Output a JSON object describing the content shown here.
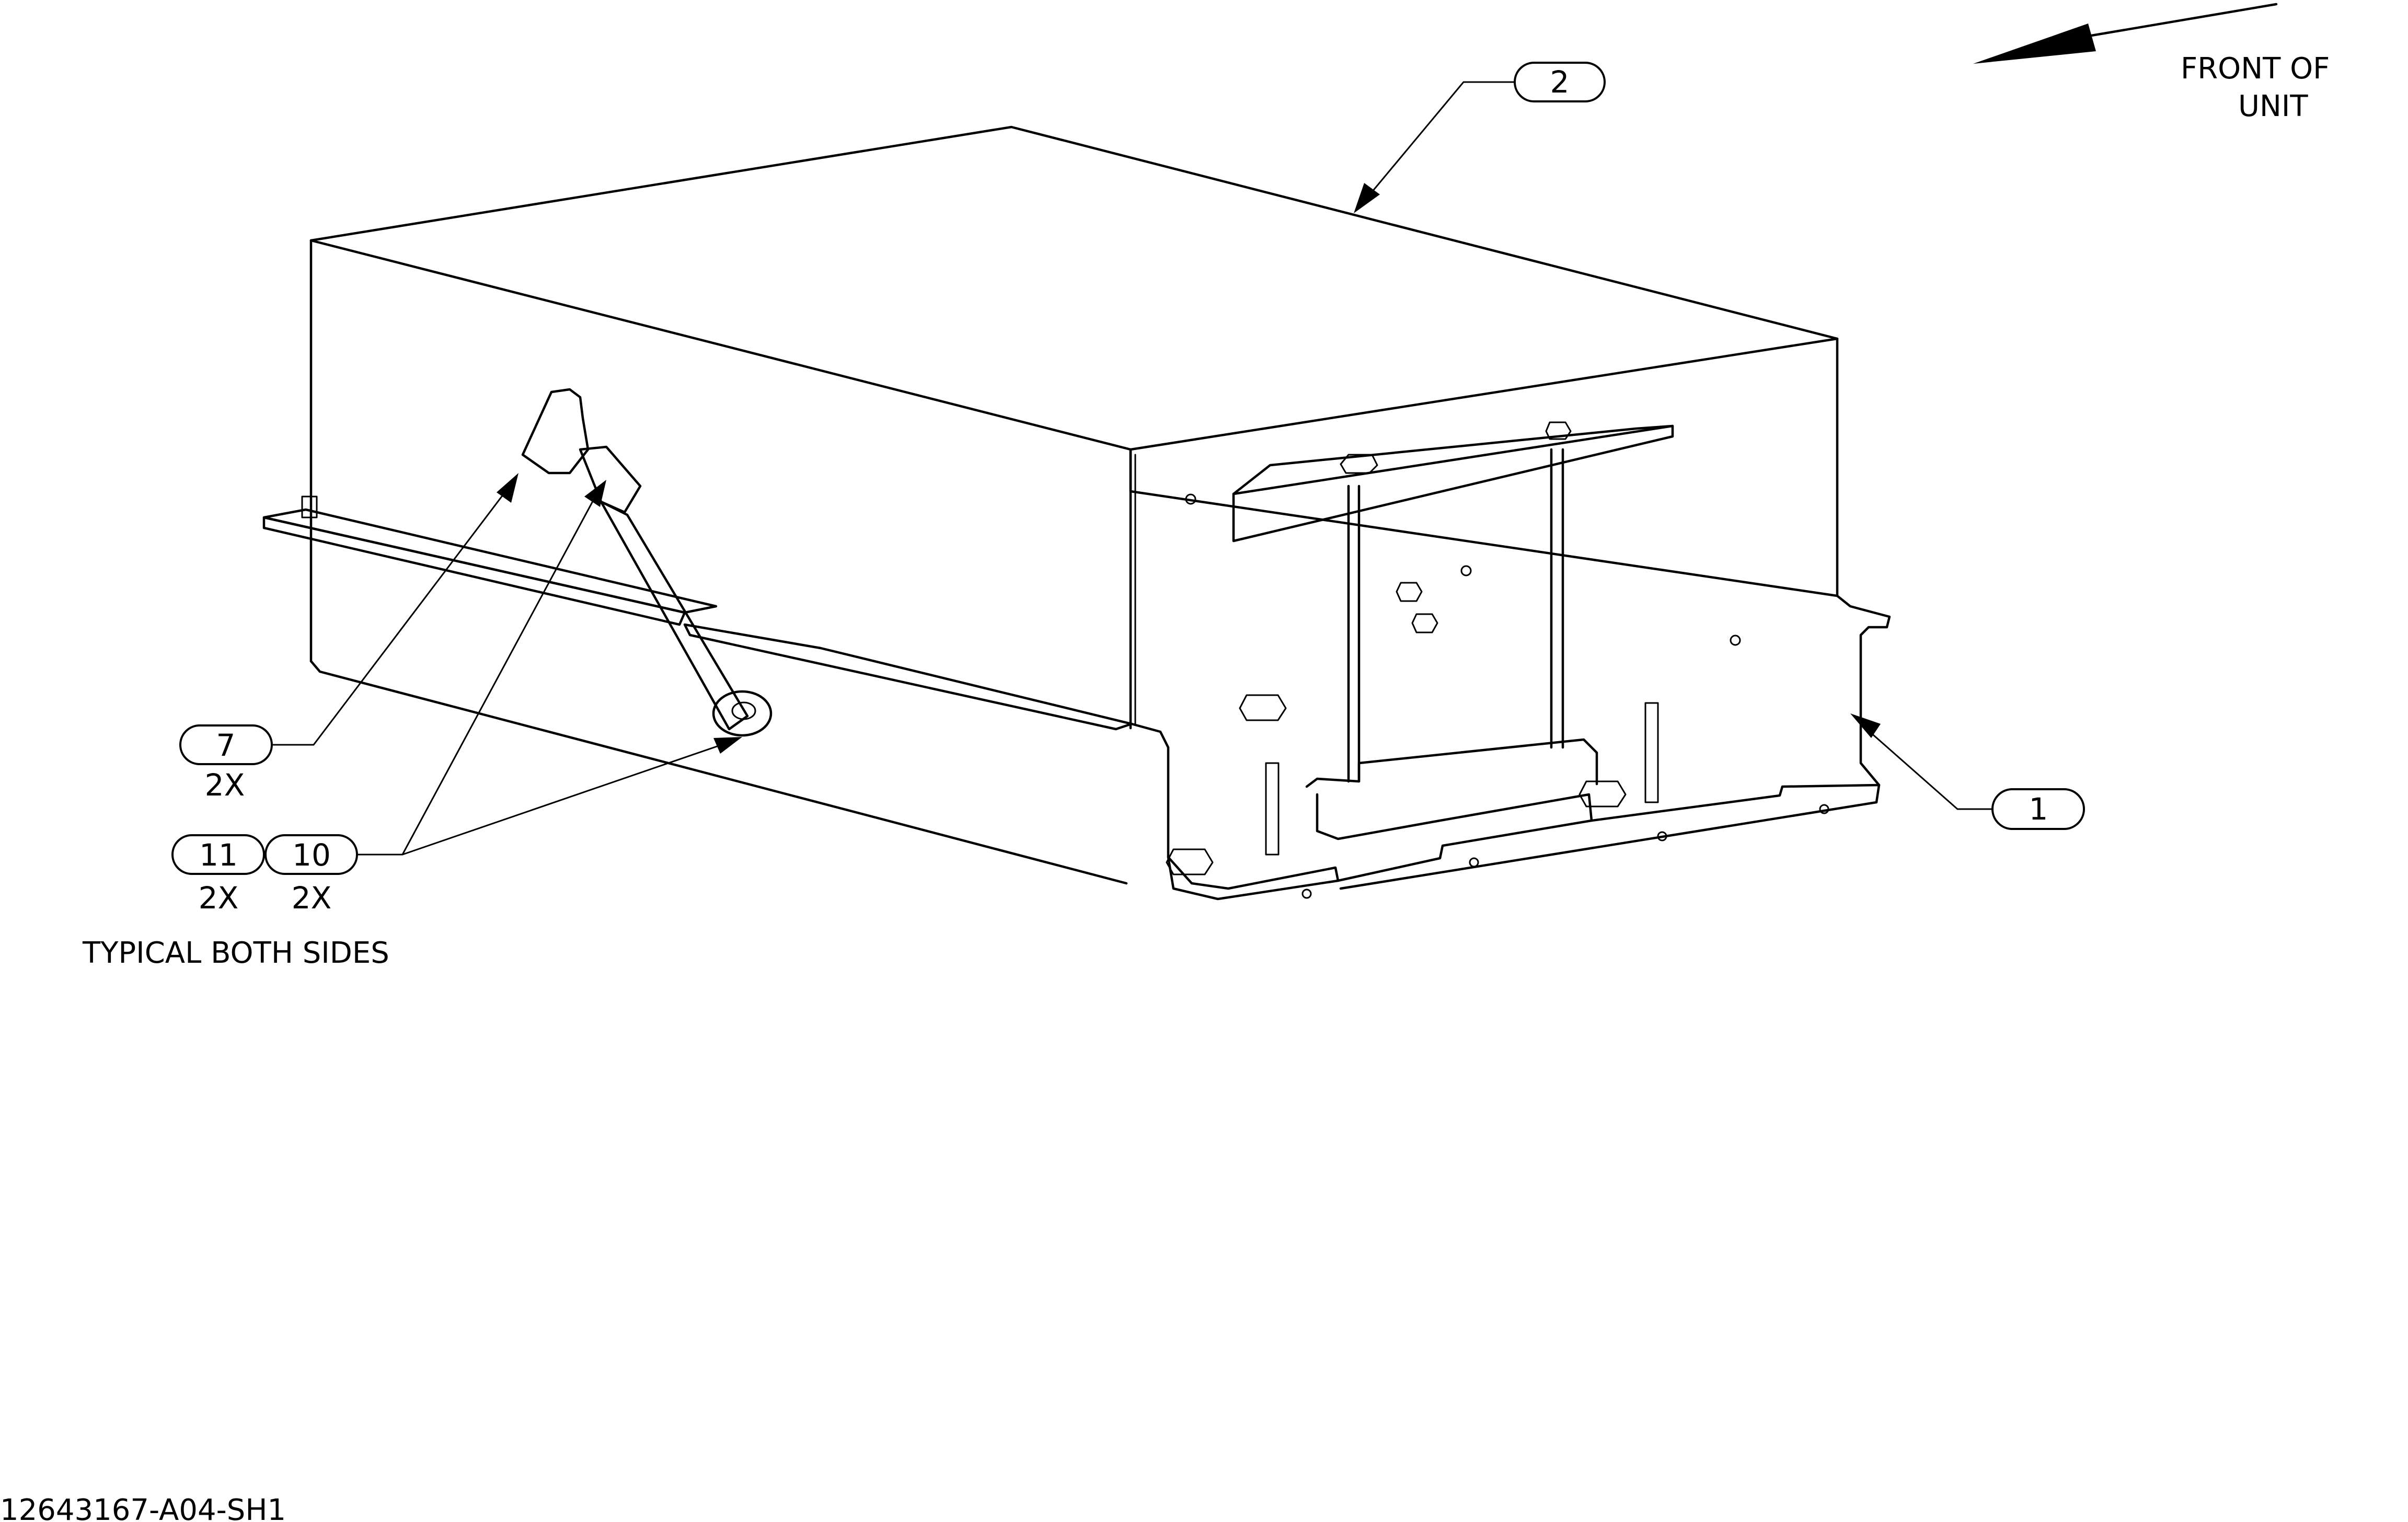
{
  "drawing": {
    "front_label_line1": "FRONT OF",
    "front_label_line2": "UNIT",
    "note": "TYPICAL BOTH SIDES",
    "drawing_number": "12643167-A04-SH1",
    "callouts": {
      "item1": {
        "number": "1"
      },
      "item2": {
        "number": "2"
      },
      "item7": {
        "number": "7",
        "qty": "2X"
      },
      "item10": {
        "number": "10",
        "qty": "2X"
      },
      "item11": {
        "number": "11",
        "qty": "2X"
      }
    },
    "line_color": "#000000",
    "background": "#ffffff"
  }
}
